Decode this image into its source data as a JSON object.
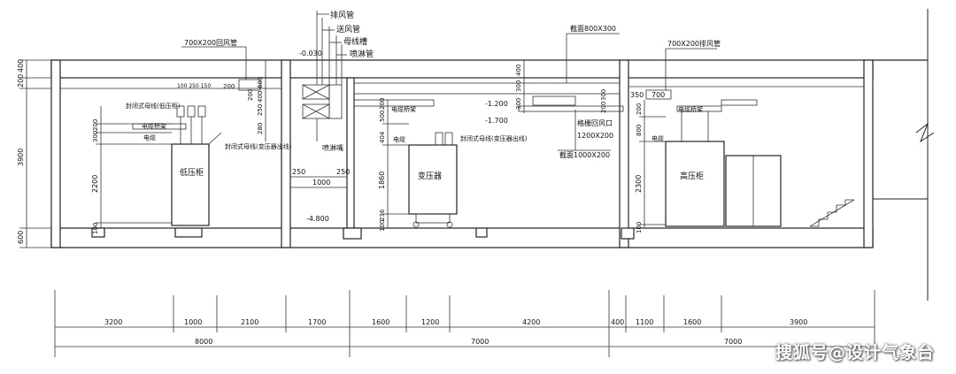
{
  "diagram": {
    "labels": {
      "exhaust_pipe": "排风管",
      "supply_pipe": "送风管",
      "busbar_trough": "母线槽",
      "nozzle_pipe": "喷淋管",
      "return_duct_left": "700X200回风管",
      "exhaust_right": "700X200排风管",
      "section_800x300": "截面800X300",
      "section_1000x200": "截面1000X200",
      "grille_return": "格栅回风口",
      "grille_size": "1200X200",
      "lv_cabinet": "低压柜",
      "transformer": "变压器",
      "hv_cabinet": "高压柜",
      "busway_low": "封闭式母线(低压柜)",
      "busway_transformer_left": "封闭式母线(变压器出线)",
      "busway_transformer_right": "封闭式母线(变压器出线)",
      "cable_tray_1": "电缆桥架",
      "cable_tray_2": "电缆桥架",
      "cable_tray_3": "电缆桥架",
      "cable_1": "电缆",
      "cable_2": "电缆",
      "cable_3": "电缆",
      "nozzle": "喷淋嘴",
      "el_top": "-0.030",
      "el_1200": "-1.200",
      "el_1700": "-1.700",
      "el_4800": "-4.800",
      "small_dims": "100 250 150",
      "dim_250a": "250",
      "dim_250b": "250",
      "dim_1000": "1000",
      "dim_200_box": "200",
      "dim_350": "350",
      "dim_700": "700",
      "left_200": "200",
      "left_400": "400",
      "left_3900": "3900",
      "left_600": "600",
      "cab_200": "200",
      "cab_300": "300",
      "cab_2200": "2200",
      "cab_100": "100",
      "mid_300a": "300",
      "mid_300b": "300",
      "mid_400": "400",
      "mid_200": "200",
      "mid_600": "600",
      "mid_250": "250",
      "mid_280": "280",
      "tr_200": "200",
      "tr_404": "404",
      "tr_500": "500",
      "tr_1860": "1860",
      "tr_100": "100",
      "tr_236": "236",
      "r_400": "400",
      "r_300": "300",
      "r_200": "200",
      "hv_200": "200",
      "hv_800": "800",
      "hv_2300": "2300",
      "hv_100": "100"
    },
    "dims_bottom": [
      "3200",
      "1000",
      "2100",
      "1700",
      "1600",
      "1200",
      "4200",
      "400",
      "1100",
      "1600",
      "3900"
    ],
    "totals": [
      "8000",
      "7000",
      "7000"
    ]
  },
  "watermark": "搜狐号@设计气象台"
}
